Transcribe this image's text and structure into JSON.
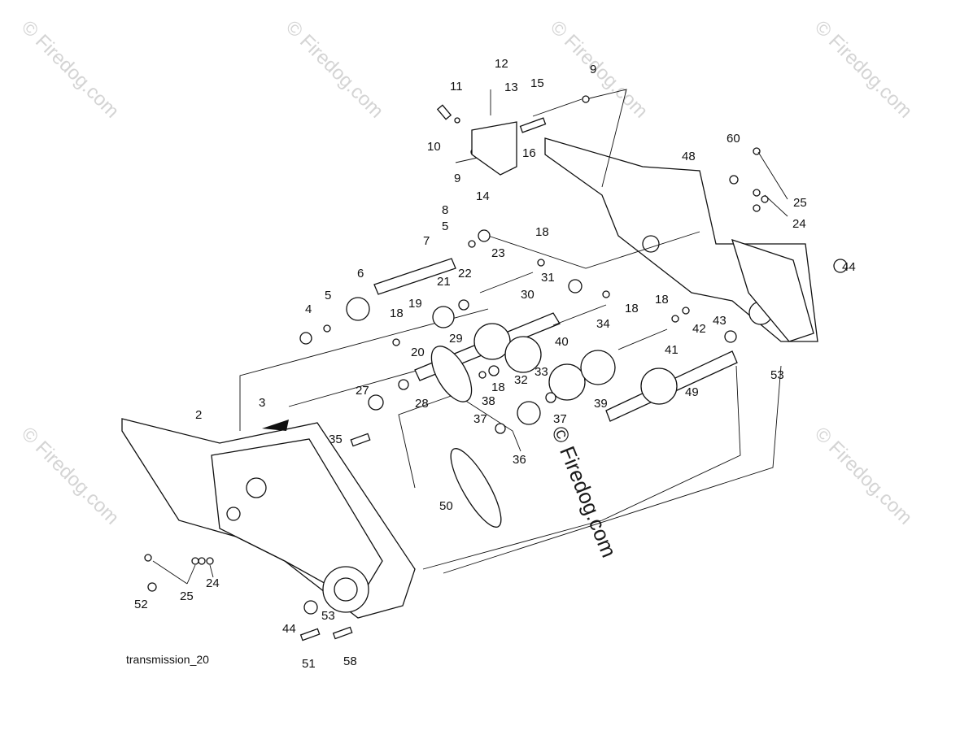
{
  "diagram": {
    "caption": "transmission_20",
    "watermark": "© Firedog.com",
    "labels": [
      "2",
      "3",
      "4",
      "5",
      "5",
      "6",
      "7",
      "8",
      "9",
      "9",
      "10",
      "11",
      "12",
      "13",
      "14",
      "15",
      "16",
      "18",
      "18",
      "18",
      "18",
      "18",
      "19",
      "20",
      "21",
      "22",
      "23",
      "24",
      "24",
      "25",
      "25",
      "27",
      "28",
      "29",
      "30",
      "31",
      "32",
      "33",
      "34",
      "35",
      "36",
      "37",
      "37",
      "38",
      "39",
      "40",
      "41",
      "42",
      "43",
      "44",
      "44",
      "48",
      "49",
      "50",
      "51",
      "52",
      "53",
      "53",
      "58",
      "60"
    ]
  }
}
